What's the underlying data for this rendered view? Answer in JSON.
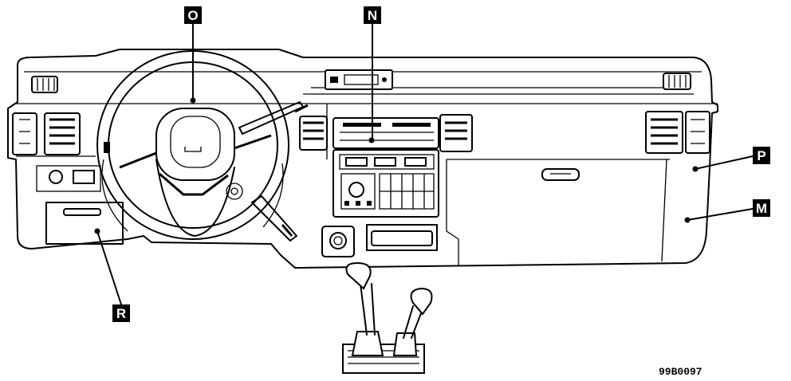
{
  "callouts": {
    "O": "O",
    "N": "N",
    "P": "P",
    "M": "M",
    "R": "R"
  },
  "figure_code": "99B0097"
}
